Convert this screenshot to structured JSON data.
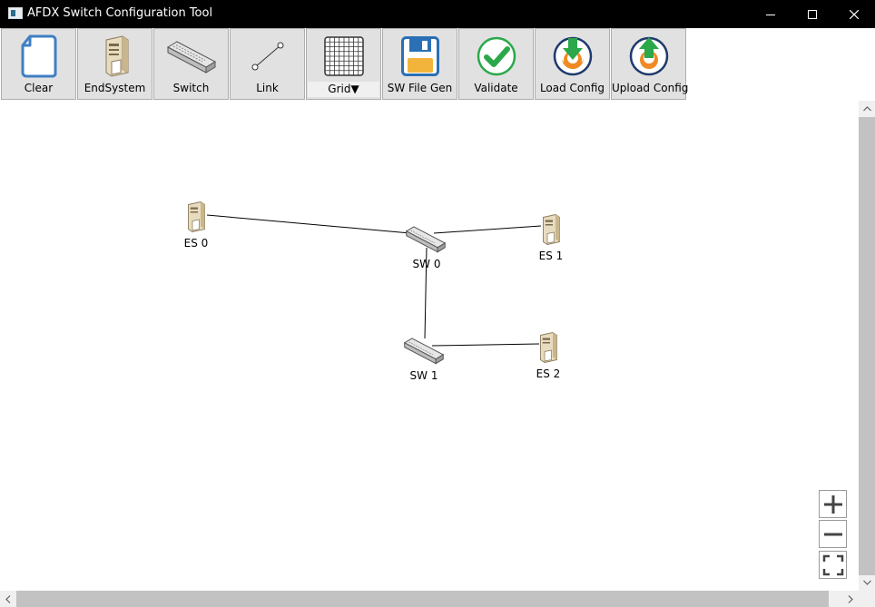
{
  "window": {
    "title": "AFDX Switch Configuration Tool",
    "controls": [
      "minimize",
      "maximize",
      "close"
    ]
  },
  "toolbar": {
    "buttons": [
      {
        "label": "Clear",
        "icon": "document-icon"
      },
      {
        "label": "EndSystem",
        "icon": "server-icon"
      },
      {
        "label": "Switch",
        "icon": "network-switch-icon"
      },
      {
        "label": "Link",
        "icon": "link-line-icon"
      },
      {
        "label": "Grid▼",
        "icon": "grid-icon"
      },
      {
        "label": "SW File Gen",
        "icon": "floppy-disk-icon"
      },
      {
        "label": "Validate",
        "icon": "checkmark-circle-icon"
      },
      {
        "label": "Load Config",
        "icon": "download-icon"
      },
      {
        "label": "Upload Config",
        "icon": "upload-icon"
      }
    ]
  },
  "diagram": {
    "nodes": [
      {
        "id": "es0",
        "label": "ES 0",
        "kind": "endsystem"
      },
      {
        "id": "sw0",
        "label": "SW 0",
        "kind": "switch"
      },
      {
        "id": "es1",
        "label": "ES 1",
        "kind": "endsystem"
      },
      {
        "id": "sw1",
        "label": "SW 1",
        "kind": "switch"
      },
      {
        "id": "es2",
        "label": "ES 2",
        "kind": "endsystem"
      }
    ],
    "links": [
      [
        "es0",
        "sw0"
      ],
      [
        "sw0",
        "es1"
      ],
      [
        "sw0",
        "sw1"
      ],
      [
        "sw1",
        "es2"
      ]
    ]
  },
  "zoom_controls": [
    "zoom-in",
    "zoom-out",
    "fit-to-screen"
  ],
  "colors": {
    "titlebar": "#000000",
    "toolbar_button": "#e1e1e1",
    "scrollbar_thumb": "#c2c2c2",
    "validate_green": "#2aa84a",
    "floppy_blue": "#2b6fb6",
    "floppy_yellow": "#f2b43a"
  }
}
